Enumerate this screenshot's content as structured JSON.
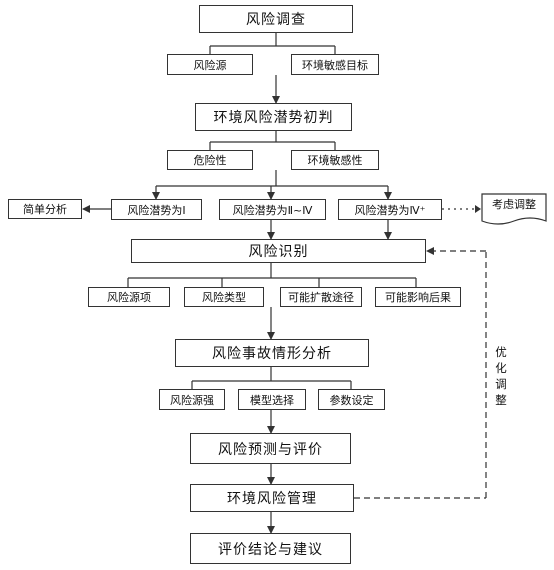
{
  "nodes": {
    "risk_survey": "风险调查",
    "risk_source": "风险源",
    "env_sensitive_target": "环境敏感目标",
    "initial_potential": "环境风险潜势初判",
    "hazard": "危险性",
    "env_sensitivity": "环境敏感性",
    "simple_analysis": "简单分析",
    "potential_1": "风险潜势为Ⅰ",
    "potential_2_4": "风险潜势为Ⅱ~Ⅳ",
    "potential_4plus": "风险潜势为Ⅳ⁺",
    "consider_adjust": "考虑调整",
    "risk_identification": "风险识别",
    "risk_source_item": "风险源项",
    "risk_type": "风险类型",
    "diffusion_path": "可能扩散途径",
    "impact_consequence": "可能影响后果",
    "accident_scenario": "风险事故情形分析",
    "source_strength": "风险源强",
    "model_select": "模型选择",
    "param_setting": "参数设定",
    "predict_eval": "风险预测与评价",
    "env_risk_mgmt": "环境风险管理",
    "conclusion": "评价结论与建议"
  },
  "feedback_label": "优化调整"
}
